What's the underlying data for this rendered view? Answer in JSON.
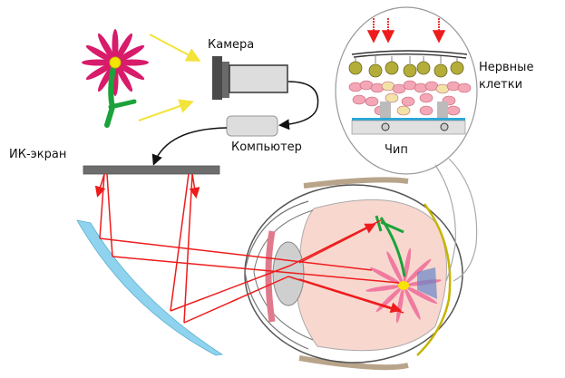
{
  "labels": {
    "camera": "Камера",
    "computer": "Компьютер",
    "ir_screen": "ИК-экран",
    "nerve_cells_line1": "Нервные",
    "nerve_cells_line2": "клетки",
    "chip": "Чип"
  },
  "colors": {
    "petal": "#d81b6a",
    "flower_center": "#f5e400",
    "stem": "#1aa33a",
    "light_arrow": "#f3e33a",
    "ray": "#ee1c1c",
    "mirror": "#8fd3ee",
    "screen": "#6d6d6d",
    "eye_fill": "#f8d7cf",
    "lens": "#cfcfcf",
    "iris": "#e07a8a",
    "muscle": "#b8a48a"
  }
}
